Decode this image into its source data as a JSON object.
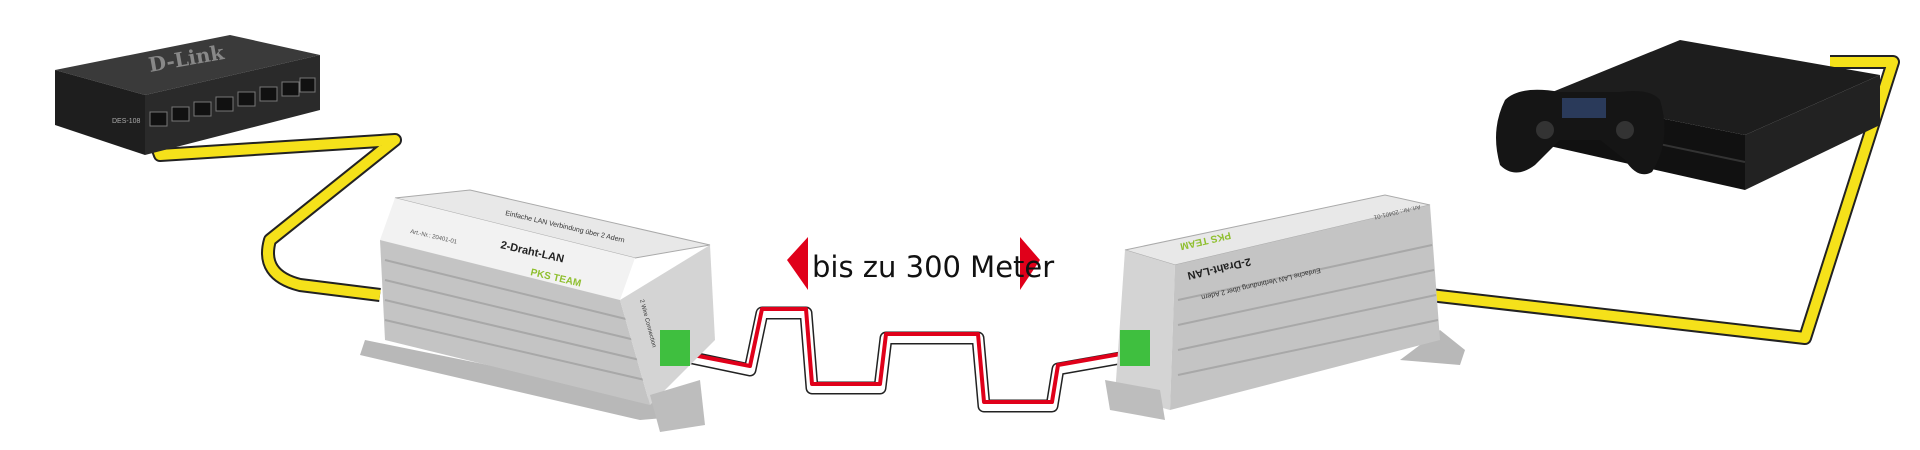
{
  "distance_label": "bis zu 300 Meter",
  "switch": {
    "brand": "D-Link",
    "model": "DES-108"
  },
  "extender_left": {
    "title": "2-Draht-LAN",
    "tagline": "Einfache LAN Verbindung über 2 Adern",
    "article": "Art.-Nr.: 20401-01",
    "brand": "PKS TEAM",
    "port_label": "2 Wire Connection"
  },
  "extender_right": {
    "title": "2-Draht-LAN",
    "tagline": "Einfache LAN Verbindung über 2 Adern",
    "article": "Art.-Nr.: 20401-01",
    "brand": "PKS TEAM"
  },
  "colors": {
    "lan_cable": "#f5e11a",
    "wire_red": "#e0001a",
    "arrow": "#e0001a",
    "housing": "#c9c9c9",
    "terminal": "#3fbf3f"
  }
}
